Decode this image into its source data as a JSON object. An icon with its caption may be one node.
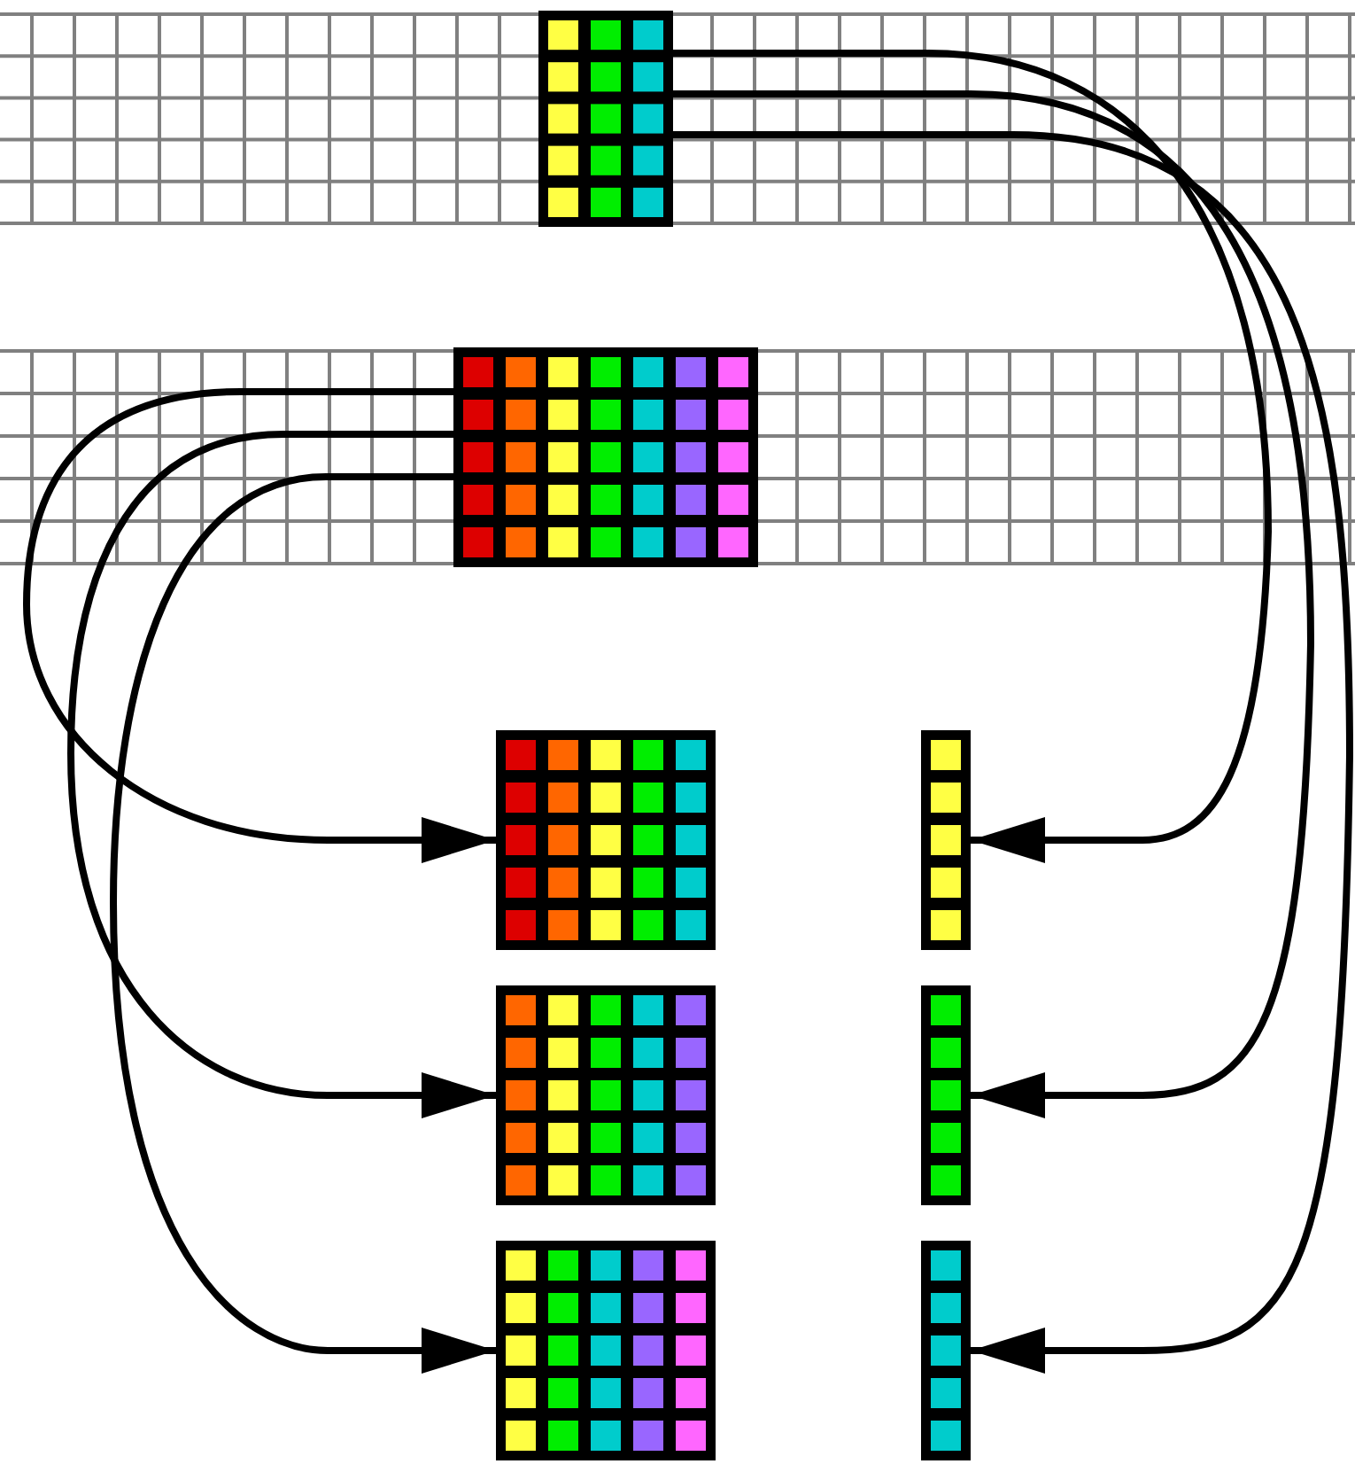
{
  "diagram": {
    "nodes": [
      {
        "text": [],
        "shape": "grid"
      },
      {
        "text": [],
        "shape": "box",
        "in": 0
      },
      {
        "text": [],
        "shape": "grid"
      },
      {
        "text": [],
        "shape": "box",
        "in": 2
      },
      {
        "text": [],
        "shape": "box"
      },
      {
        "text": [],
        "shape": "bar"
      },
      {
        "text": [],
        "shape": "box"
      },
      {
        "text": [],
        "shape": "bar"
      },
      {
        "text": [],
        "shape": "box"
      },
      {
        "text": [],
        "shape": "bar"
      }
    ],
    "edges": [
      {
        "from": 1,
        "to": 5,
        "arrow": "to"
      },
      {
        "from": 1,
        "to": 7,
        "arrow": "to"
      },
      {
        "from": 1,
        "to": 9,
        "arrow": "to"
      },
      {
        "from": 3,
        "to": 4,
        "arrow": "to"
      },
      {
        "from": 3,
        "to": 6,
        "arrow": "to"
      },
      {
        "from": 3,
        "to": 8,
        "arrow": "to"
      }
    ]
  }
}
